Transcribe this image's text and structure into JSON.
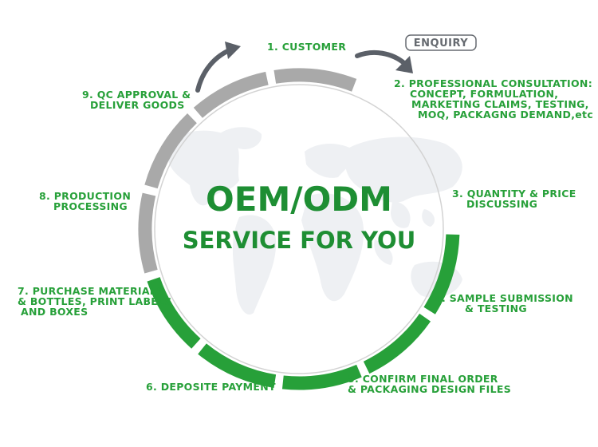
{
  "diagram": {
    "center": {
      "line1": "OEM/ODM",
      "line2": "SERVICE FOR YOU"
    },
    "steps": [
      {
        "lines": [
          "1. CUSTOMER"
        ]
      },
      {
        "lines": [
          "2. PROFESSIONAL CONSULTATION:",
          "CONCEPT, FORMULATION,",
          "MARKETING CLAIMS, TESTING,",
          "MOQ, PACKAGNG DEMAND,etc"
        ]
      },
      {
        "lines": [
          "3. QUANTITY & PRICE",
          "DISCUSSING"
        ]
      },
      {
        "lines": [
          "4. SAMPLE SUBMISSION",
          "& TESTING"
        ]
      },
      {
        "lines": [
          "5. CONFIRM FINAL ORDER",
          "& PACKAGING DESIGN FILES"
        ]
      },
      {
        "lines": [
          "6. DEPOSITE PAYMENT"
        ]
      },
      {
        "lines": [
          "7. PURCHASE MATERIALS",
          "& BOTTLES, PRINT LABELS",
          "AND BOXES"
        ]
      },
      {
        "lines": [
          "8. PRODUCTION",
          "PROCESSING"
        ]
      },
      {
        "lines": [
          "9. QC APPROVAL &",
          "DELIVER GOODS"
        ]
      }
    ],
    "badge": "ENQUIRY",
    "colors": {
      "green": "#27a039",
      "gray": "#a9a9a9",
      "arrow": "#5b6068",
      "map": "#eef0f3",
      "inner_ring": "#d3d3d3"
    }
  }
}
